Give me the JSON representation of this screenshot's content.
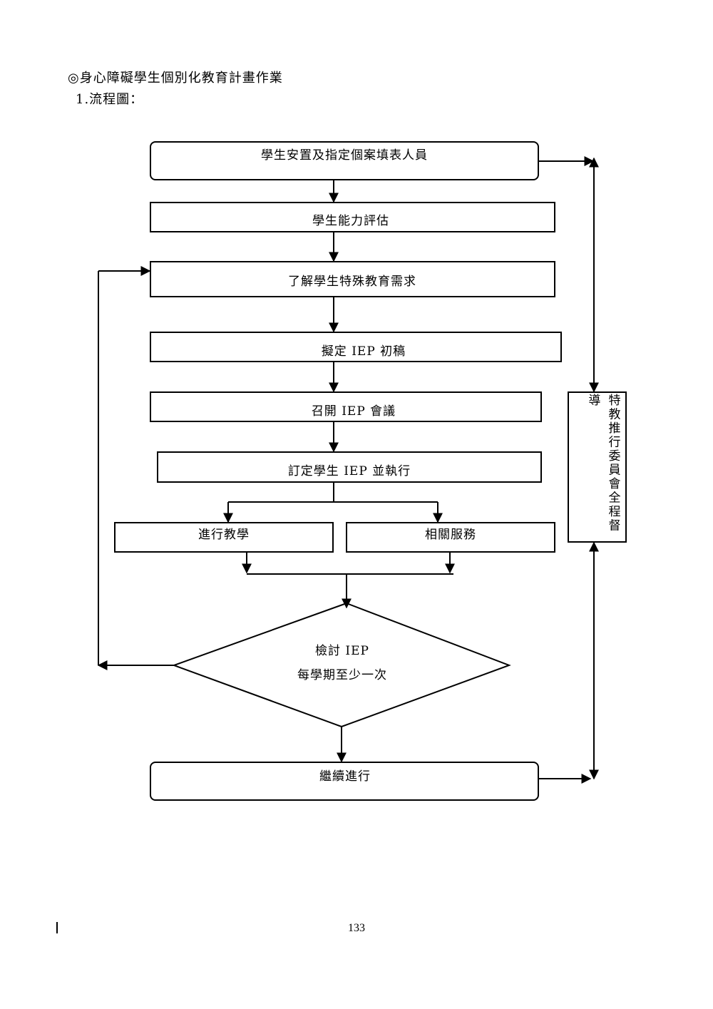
{
  "document": {
    "section_title": "◎身心障礙學生個別化教育計畫作業",
    "subtitle": "1.流程圖：",
    "page_number": "133"
  },
  "flowchart": {
    "nodes": {
      "placement": "學生安置及指定個案填表人員",
      "assessment": "學生能力評估",
      "needs": "了解學生特殊教育需求",
      "draft": "擬定 IEP 初稿",
      "meeting": "召開 IEP 會議",
      "finalize": "訂定學生 IEP 並執行",
      "teaching": "進行教學",
      "services": "相關服務",
      "review_line1": "檢討 IEP",
      "review_line2": "每學期至少一次",
      "continue": "繼續進行"
    },
    "supervision": {
      "col_right": [
        "特",
        "教",
        "推",
        "行",
        "委",
        "員",
        "會",
        "全",
        "程",
        "督"
      ],
      "col_left": [
        "導"
      ]
    }
  }
}
